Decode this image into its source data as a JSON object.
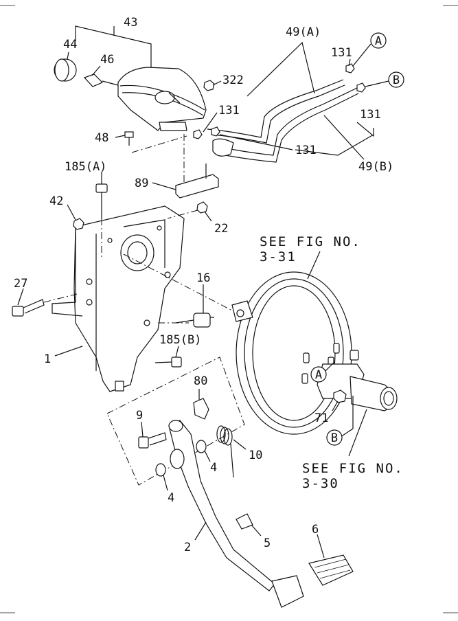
{
  "callouts": {
    "c43": "43",
    "c44": "44",
    "c46": "46",
    "c322": "322",
    "c131a": "131",
    "c131b": "131",
    "c131c": "131",
    "c131d": "131",
    "c48": "48",
    "c49a": "49(A)",
    "c49b": "49(B)",
    "c185a": "185(A)",
    "c89": "89",
    "c42": "42",
    "c22": "22",
    "c27": "27",
    "c16": "16",
    "c185b": "185(B)",
    "c1": "1",
    "c80": "80",
    "c9": "9",
    "c10": "10",
    "c4a": "4",
    "c4b": "4",
    "c71": "71",
    "c2": "2",
    "c5": "5",
    "c6": "6"
  },
  "refs": {
    "ref_a_top": "A",
    "ref_b_top": "B",
    "ref_a_booster": "A",
    "ref_b_booster": "B"
  },
  "notes": {
    "see_fig_1_line1": "SEE FIG NO.",
    "see_fig_1_line2": "3-31",
    "see_fig_2_line1": "SEE FIG NO.",
    "see_fig_2_line2": "3-30"
  }
}
